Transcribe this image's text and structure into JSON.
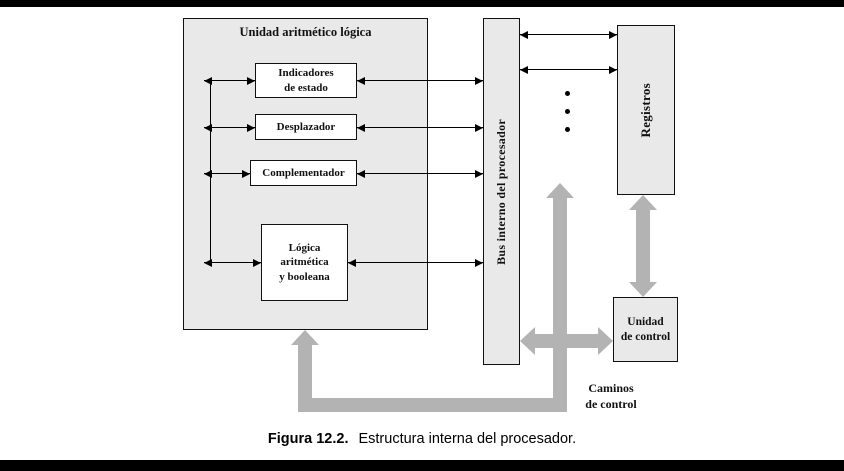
{
  "colors": {
    "box_fill": "#e9e9e9",
    "gray_arrow": "#b3b3b3"
  },
  "alu": {
    "title": "Unidad aritmético lógica",
    "sub_boxes": [
      {
        "label": "Indicadores\nde estado"
      },
      {
        "label": "Desplazador"
      },
      {
        "label": "Complementador"
      },
      {
        "label": "Lógica\naritmética\ny booleana"
      }
    ]
  },
  "bus": {
    "label": "Bus interno del procesador"
  },
  "registers": {
    "label": "Registros"
  },
  "control_unit": {
    "label": "Unidad\nde control"
  },
  "control_paths": {
    "label": "Caminos\nde control"
  },
  "caption": {
    "figure": "Figura 12.2.",
    "title": "Estructura interna del procesador."
  }
}
